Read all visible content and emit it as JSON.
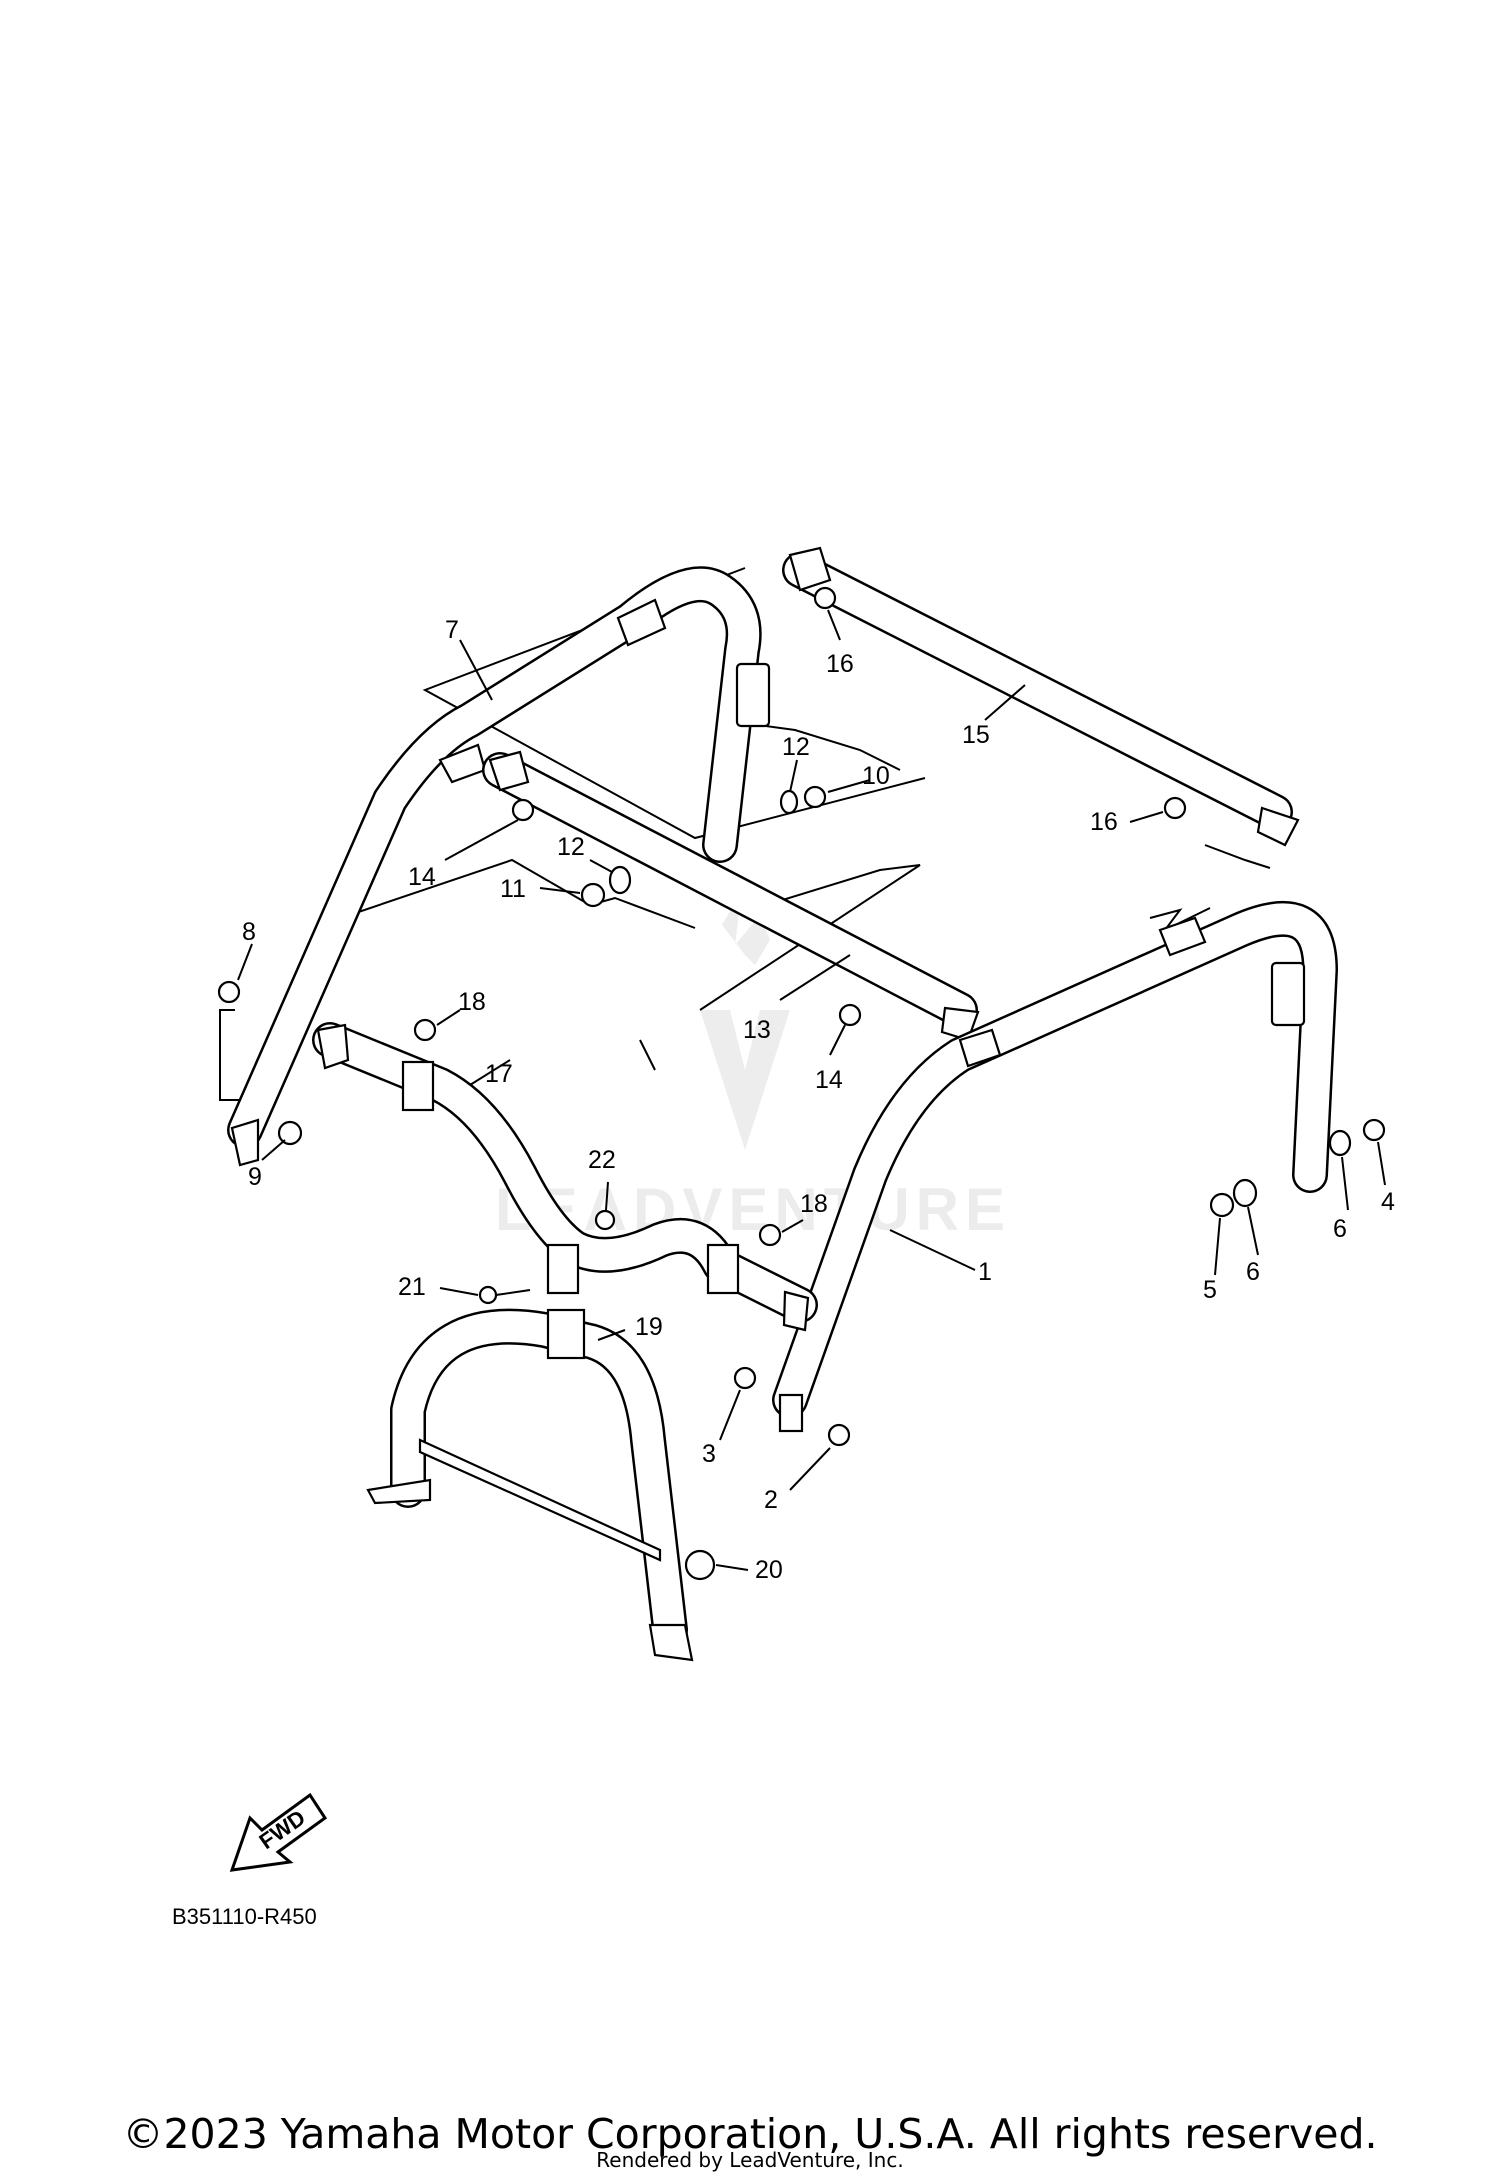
{
  "diagram_code": "B351110-R450",
  "copyright": "©2023 Yamaha Motor Corporation, U.S.A. All rights reserved.",
  "rendered_by": "Rendered by LeadVenture, Inc.",
  "watermark": "LEADVENTURE",
  "fwd_label": "FWD",
  "callouts": {
    "c1": "1",
    "c2": "2",
    "c3": "3",
    "c4": "4",
    "c5": "5",
    "c6a": "6",
    "c6b": "6",
    "c7": "7",
    "c8": "8",
    "c9": "9",
    "c10": "10",
    "c11": "11",
    "c12a": "12",
    "c12b": "12",
    "c13": "13",
    "c14a": "14",
    "c14b": "14",
    "c15": "15",
    "c16a": "16",
    "c16b": "16",
    "c17": "17",
    "c18a": "18",
    "c18b": "18",
    "c19": "19",
    "c20": "20",
    "c21": "21",
    "c22": "22"
  }
}
